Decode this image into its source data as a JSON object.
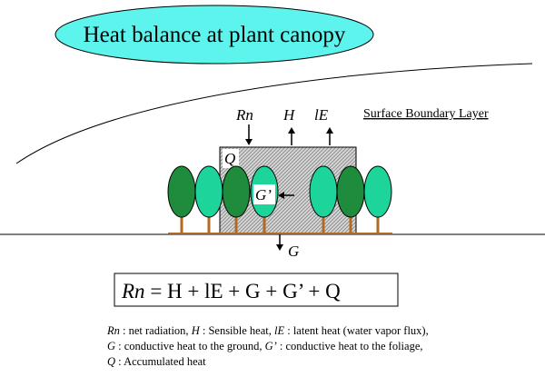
{
  "title": "Heat balance at plant canopy",
  "boundary_layer_label": "Surface Boundary Layer",
  "flux_labels": {
    "rn": "Rn",
    "h": "H",
    "le": "lE",
    "q": "Q",
    "g_prime": "G’",
    "g": "G"
  },
  "equation": {
    "lhs": "Rn",
    "rhs": " = H + lE + G + G’ + Q"
  },
  "legend": {
    "line1": {
      "rn_sym": "Rn",
      "rn_desc": " : net radiation,  ",
      "h_sym": "H",
      "h_desc": " : Sensible heat,  ",
      "le_sym": "lE",
      "le_desc": " : latent heat (water vapor flux),"
    },
    "line2": {
      "g_sym": "G",
      "g_desc": " : conductive heat to the ground, ",
      "gp_sym": "G’",
      "gp_desc": " : conductive heat to the foliage,"
    },
    "line3": {
      "q_sym": "Q",
      "q_desc": " : Accumulated heat"
    }
  },
  "colors": {
    "title_ellipse_fill": "#5ef4ee",
    "tree_dark": "#1f8b3c",
    "tree_light": "#1dd49a",
    "trunk": "#b06a24",
    "ground": "#000000",
    "hatch_box": "#bdbdbd"
  }
}
